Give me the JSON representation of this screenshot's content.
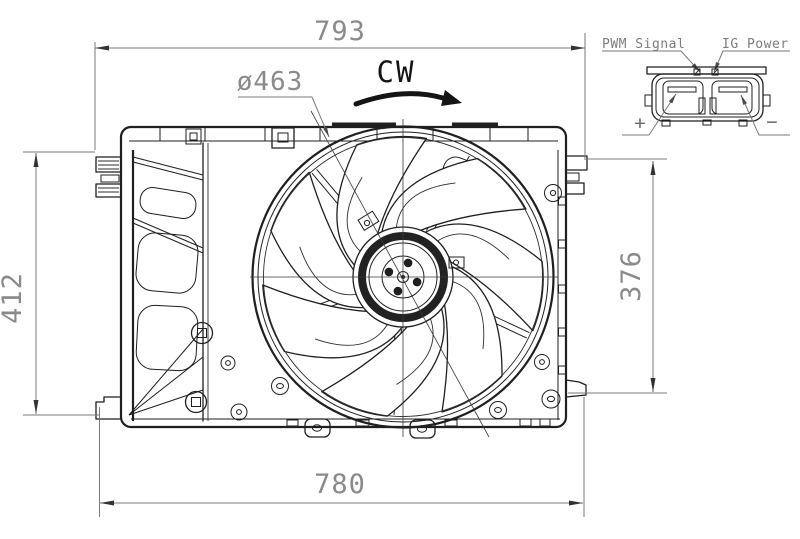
{
  "drawing": {
    "kind": "technical-drawing",
    "subject": "engine cooling fan assembly with shroud",
    "dimensions": {
      "top_width": "793",
      "bottom_width": "780",
      "left_height": "412",
      "right_height": "376",
      "fan_diameter": "ø463"
    },
    "rotation": {
      "direction_label": "CW"
    },
    "connector": {
      "signal_label": "PWM_Signal",
      "power_label": "IG_Power",
      "positive_label": "+",
      "negative_label": "−"
    },
    "colors": {
      "line": "#1f1f1f",
      "dimension_line": "#7a7a7a",
      "dimension_text": "#8a8a8a",
      "background": "#ffffff"
    }
  }
}
